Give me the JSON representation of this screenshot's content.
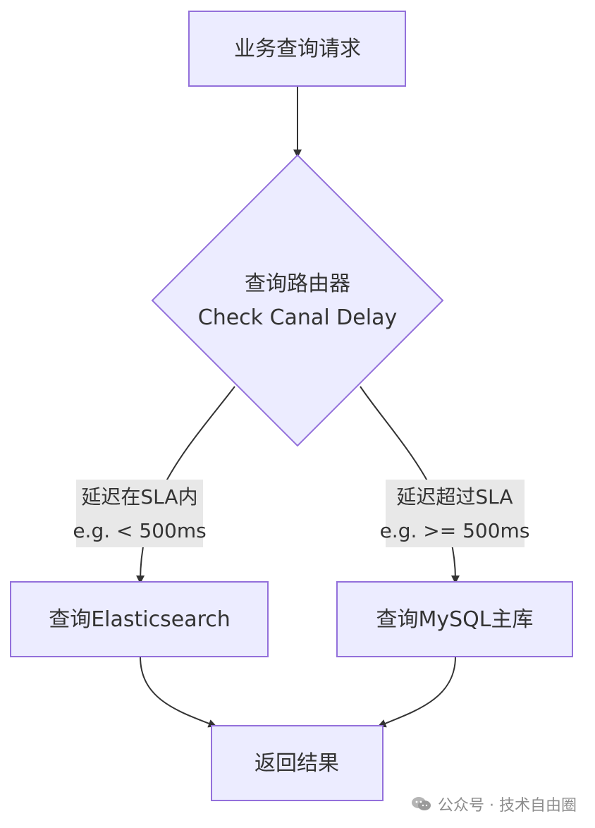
{
  "nodes": {
    "request": "业务查询请求",
    "router_line1": "查询路由器",
    "router_line2": "Check Canal Delay",
    "es": "查询Elasticsearch",
    "mysql": "查询MySQL主库",
    "result": "返回结果"
  },
  "edges": {
    "within_sla_line1": "延迟在SLA内",
    "within_sla_line2": "e.g. < 500ms",
    "exceed_sla_line1": "延迟超过SLA",
    "exceed_sla_line2": "e.g. >= 500ms"
  },
  "watermark": {
    "text": "公众号 · 技术自由圈",
    "icon": "wechat-icon"
  },
  "colors": {
    "node_fill": "#ECECFF",
    "node_stroke": "#9370DB",
    "edge": "#333333",
    "edge_label_bg": "#E8E8E8"
  }
}
